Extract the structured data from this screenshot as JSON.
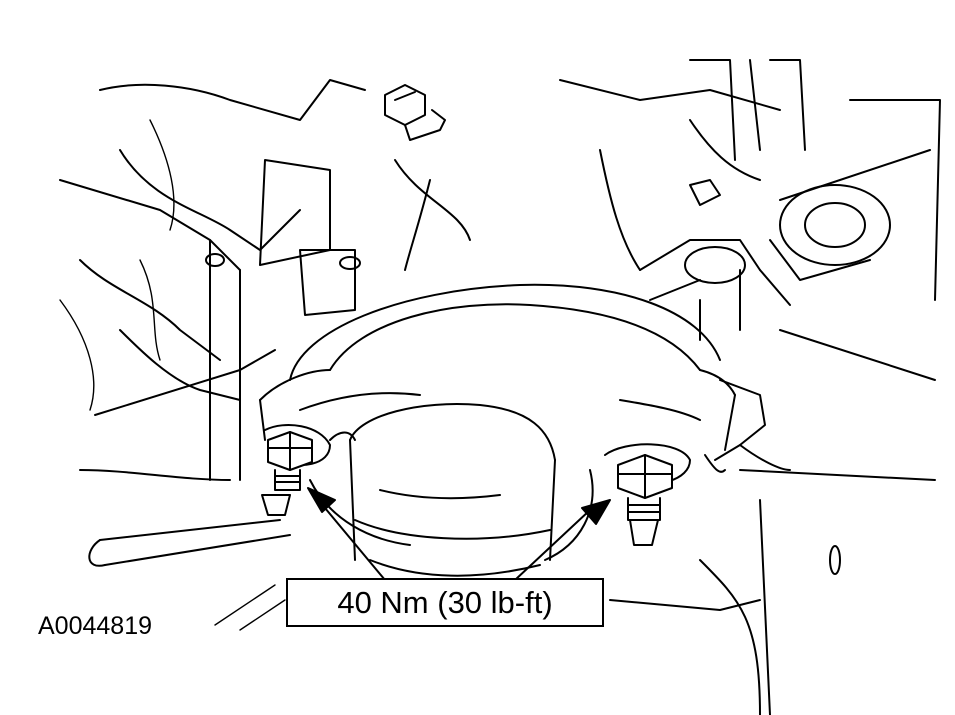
{
  "callout": {
    "torque_label": "40 Nm (30 lb-ft)"
  },
  "figure": {
    "id": "A0044819"
  },
  "colors": {
    "line": "#000000",
    "background": "#ffffff"
  },
  "icons": [
    "pointer-arrow-left",
    "pointer-arrow-right"
  ]
}
